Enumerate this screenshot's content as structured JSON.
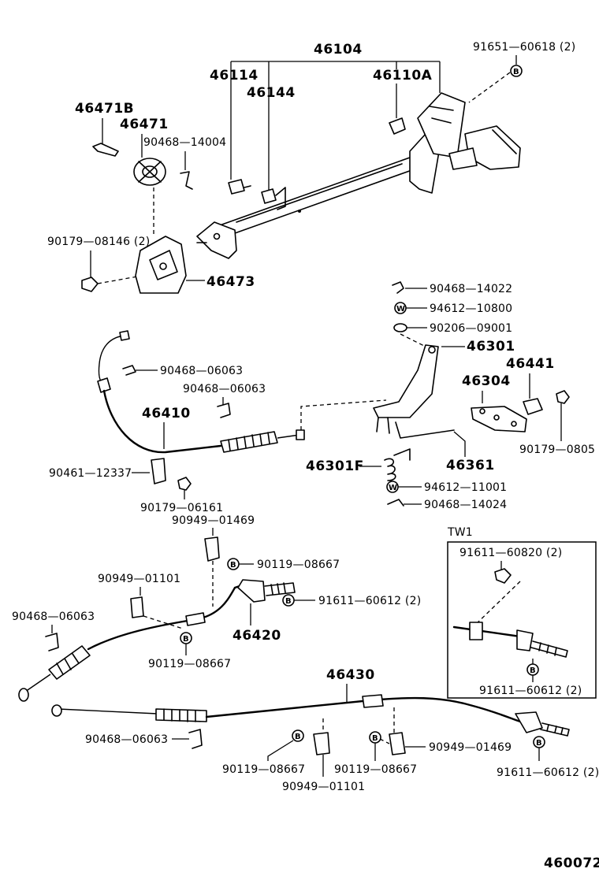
{
  "labels": {
    "p46104": "46104",
    "p91651": "91651—60618 (2)",
    "p46114": "46114",
    "p46144": "46144",
    "p46110a": "46110A",
    "p46471b": "46471B",
    "p46471": "46471",
    "p90468_14004": "90468—14004",
    "p90179_08146": "90179—08146 (2)",
    "p46473": "46473",
    "p90468_14022": "90468—14022",
    "p94612_10800": "94612—10800",
    "p90206_09001": "90206—09001",
    "p46301": "46301",
    "p46441": "46441",
    "p46304": "46304",
    "p90468_06063_a": "90468—06063",
    "p90468_06063_b": "90468—06063",
    "p46410": "46410",
    "p90179_0805": "90179—0805",
    "p46361": "46361",
    "p46301f": "46301F",
    "p90461_12337": "90461—12337",
    "p94612_11001": "94612—11001",
    "p90468_14024": "90468—14024",
    "p90179_06161": "90179—06161",
    "p90949_01469_a": "90949—01469",
    "p90119_08667_a": "90119—08667",
    "tw1": "TW1",
    "p91611_60820": "91611—60820 (2)",
    "p90949_01101_a": "90949—01101",
    "p91611_60612_a": "91611—60612 (2)",
    "p90468_06063_c": "90468—06063",
    "p46420": "46420",
    "p90119_08667_b": "90119—08667",
    "p91611_60612_b": "91611—60612 (2)",
    "p46430": "46430",
    "p90468_06063_d": "90468—06063",
    "p90949_01469_b": "90949—01469",
    "p90119_08667_c": "90119—08667",
    "p90119_08667_d": "90119—08667",
    "p90949_01101_b": "90949—01101",
    "p91611_60612_c": "91611—60612 (2)",
    "diagram_code": "460072"
  },
  "symbols": {
    "bolt": "B",
    "washer": "W"
  }
}
